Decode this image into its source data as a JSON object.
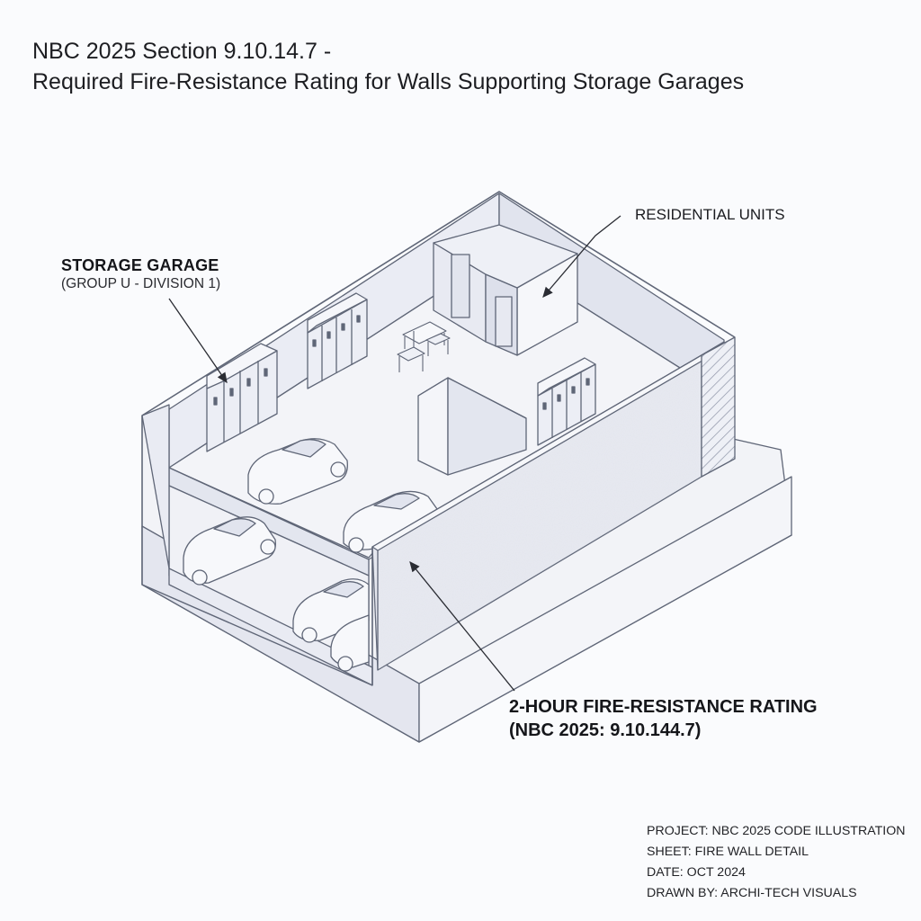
{
  "title": {
    "line1": "NBC 2025 Section 9.10.14.7 -",
    "line2": "Required Fire-Resistance Rating for Walls Supporting Storage Garages"
  },
  "labels": {
    "storage_garage": "STORAGE GARAGE",
    "storage_garage_group": "(GROUP U - DIVISION 1)",
    "residential_units": "RESIDENTIAL UNITS",
    "fire_rating": "2-HOUR FIRE-RESISTANCE RATING",
    "fire_rating_ref": "(NBC 2025: 9.10.144.7)"
  },
  "title_block": {
    "project": "PROJECT: NBC 2025 CODE ILLUSTRATION",
    "sheet": "SHEET: FIRE WALL DETAIL",
    "date": "DATE: OCT 2024",
    "drawn_by": "DRAWN BY: ARCHI-TECH VISUALS"
  },
  "colors": {
    "line": "#5f6677",
    "wall_face": "#eceef5",
    "wall_shade": "#d9dcea",
    "floor": "#f3f4f8",
    "accent": "#c5c9dc"
  }
}
